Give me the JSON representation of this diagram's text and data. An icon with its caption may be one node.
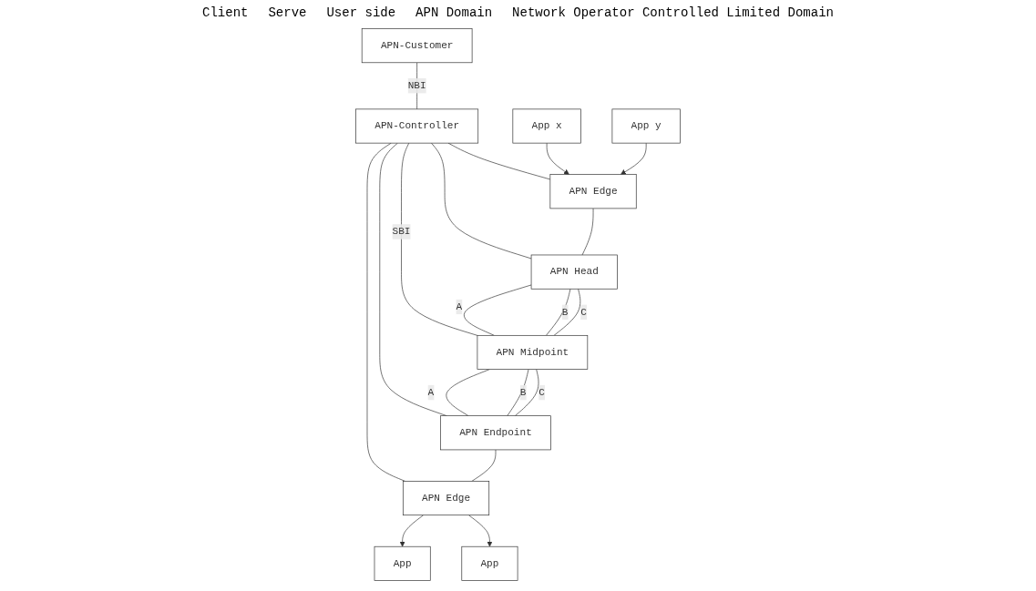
{
  "diagram": {
    "nodes": [
      {
        "text": [
          "APN-Customer"
        ]
      },
      {
        "text": [
          "APN-Controller"
        ]
      },
      {
        "text": [
          "App x"
        ]
      },
      {
        "text": [
          "App y"
        ]
      },
      {
        "text": [
          "APN Edge"
        ]
      },
      {
        "text": [
          "APN Head"
        ]
      },
      {
        "text": [
          "APN Midpoint"
        ]
      },
      {
        "text": [
          "APN Endpoint"
        ]
      },
      {
        "text": [
          "APN Edge"
        ]
      },
      {
        "text": [
          "App"
        ]
      },
      {
        "text": [
          "App"
        ]
      }
    ],
    "edges": [
      {
        "from": 0,
        "to": 1,
        "arrow": "none",
        "label": "NBI"
      },
      {
        "from": 1,
        "to": 4,
        "arrow": "none"
      },
      {
        "from": 1,
        "to": 5,
        "arrow": "none"
      },
      {
        "from": 1,
        "to": 6,
        "arrow": "none",
        "label": "SBI"
      },
      {
        "from": 1,
        "to": 7,
        "arrow": "none"
      },
      {
        "from": 1,
        "to": 8,
        "arrow": "none"
      },
      {
        "from": 2,
        "to": 4,
        "arrow": "to"
      },
      {
        "from": 3,
        "to": 4,
        "arrow": "to"
      },
      {
        "from": 4,
        "to": 5,
        "arrow": "none"
      },
      {
        "from": 5,
        "to": 6,
        "arrow": "none",
        "label": "A"
      },
      {
        "from": 5,
        "to": 6,
        "arrow": "none",
        "label": "B"
      },
      {
        "from": 5,
        "to": 6,
        "arrow": "none",
        "label": "C"
      },
      {
        "from": 6,
        "to": 7,
        "arrow": "none",
        "label": "A"
      },
      {
        "from": 6,
        "to": 7,
        "arrow": "none",
        "label": "B"
      },
      {
        "from": 6,
        "to": 7,
        "arrow": "none",
        "label": "C"
      },
      {
        "from": 7,
        "to": 8,
        "arrow": "none"
      },
      {
        "from": 8,
        "to": 9,
        "arrow": "to"
      },
      {
        "from": 8,
        "to": 10,
        "arrow": "to"
      }
    ],
    "labels": [
      "Client",
      "Serve",
      "User side",
      "APN Domain",
      "Network Operator Controlled Limited Domain"
    ]
  }
}
